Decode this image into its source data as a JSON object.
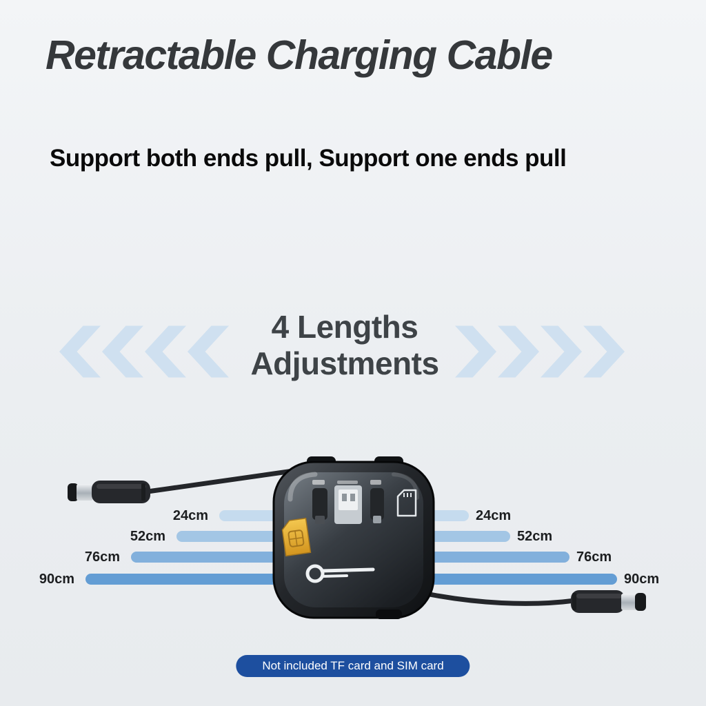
{
  "page": {
    "title": "Retractable Charging Cable",
    "subtitle": "Support both ends pull, Support one ends pull"
  },
  "feature": {
    "line1": "4 Lengths",
    "line2": "Adjustments"
  },
  "lengths": [
    {
      "label": "24cm",
      "value_cm": 24
    },
    {
      "label": "52cm",
      "value_cm": 52
    },
    {
      "label": "76cm",
      "value_cm": 76
    },
    {
      "label": "90cm",
      "value_cm": 90
    }
  ],
  "footer": {
    "note": "Not included TF card and SIM card"
  },
  "icons": {
    "left_decor": "chevron-left-icon",
    "right_decor": "chevron-right-icon",
    "product": [
      "usb-a-connector-icon",
      "usb-c-connector-icon",
      "lightning-connector-icon",
      "sd-card-icon",
      "sim-card-icon",
      "sim-eject-pin-icon"
    ]
  },
  "colors": {
    "bar_24": "#c5dbee",
    "bar_52": "#a3c6e5",
    "bar_76": "#82b0dc",
    "bar_90": "#639dd4",
    "chevron": "#cfe0f0",
    "footer_pill": "#1d4f9f",
    "sim_card": "#e9b53d",
    "title_text": "#35383b"
  }
}
